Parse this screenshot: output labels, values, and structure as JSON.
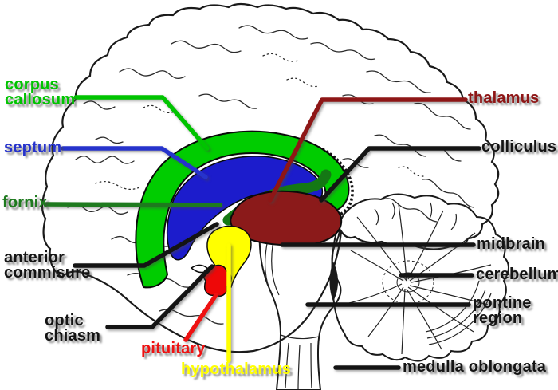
{
  "figure": {
    "description": "Mid-sagittal human brain diagram with color-coded structures and labels"
  },
  "labels": {
    "corpus_callosum": {
      "line1": "corpus",
      "line2": "callosum",
      "color": "#00c400"
    },
    "septum": {
      "text": "septum",
      "color": "#2633cc"
    },
    "fornix": {
      "text": "fornix",
      "color": "#1e7a1e"
    },
    "anterior_commisure": {
      "line1": "anterior",
      "line2": "commisure",
      "color": "#141414"
    },
    "optic_chiasm": {
      "line1": "optic",
      "line2": "chiasm",
      "color": "#141414"
    },
    "pituitary": {
      "text": "pituitary",
      "color": "#ee1111"
    },
    "hypothalamus": {
      "text": "hypothalamus",
      "color": "#ffff00"
    },
    "thalamus": {
      "text": "thalamus",
      "color": "#8e1616"
    },
    "colliculus": {
      "text": "colliculus",
      "color": "#141414"
    },
    "midbrain": {
      "text": "midbrain",
      "color": "#141414"
    },
    "cerebellum": {
      "text": "cerebellum",
      "color": "#141414"
    },
    "pontine_region": {
      "line1": "pontine",
      "line2": "region",
      "color": "#141414"
    },
    "medulla_oblongata": {
      "text": "medulla oblongata",
      "color": "#141414"
    }
  },
  "structures": {
    "corpus_callosum": {
      "fill": "#00cc00"
    },
    "septum": {
      "fill": "#1c1ccc"
    },
    "fornix": {
      "fill": "#147814"
    },
    "thalamus": {
      "fill": "#8b1a1a"
    },
    "hypothalamus": {
      "fill": "#ffff00"
    },
    "pituitary": {
      "fill": "#ee0808"
    }
  },
  "canvas": {
    "background": "#ffffff",
    "line_art_color": "#1a1a1a"
  }
}
